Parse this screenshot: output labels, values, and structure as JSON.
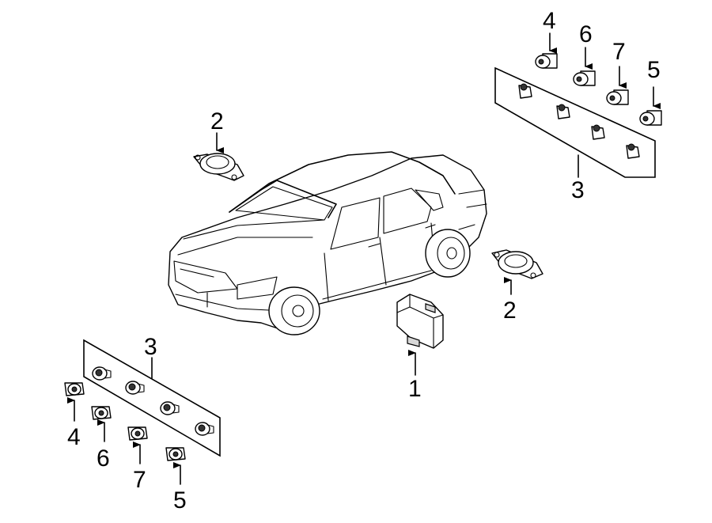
{
  "callouts": {
    "module": "1",
    "buzzer_top": "2",
    "buzzer_right": "2",
    "bumper_rear": "3",
    "bumper_front": "3",
    "sensor_4_top": "4",
    "sensor_6_top": "6",
    "sensor_7_top": "7",
    "sensor_5_top": "5",
    "sensor_4_bottom": "4",
    "sensor_6_bottom": "6",
    "sensor_7_bottom": "7",
    "sensor_5_bottom": "5"
  },
  "icons": {
    "vehicle": "sedan-outline-icon",
    "module": "control-module-icon",
    "buzzer": "buzzer-speaker-icon",
    "sensor": "parking-sensor-icon",
    "arrow": "arrow-icon"
  }
}
